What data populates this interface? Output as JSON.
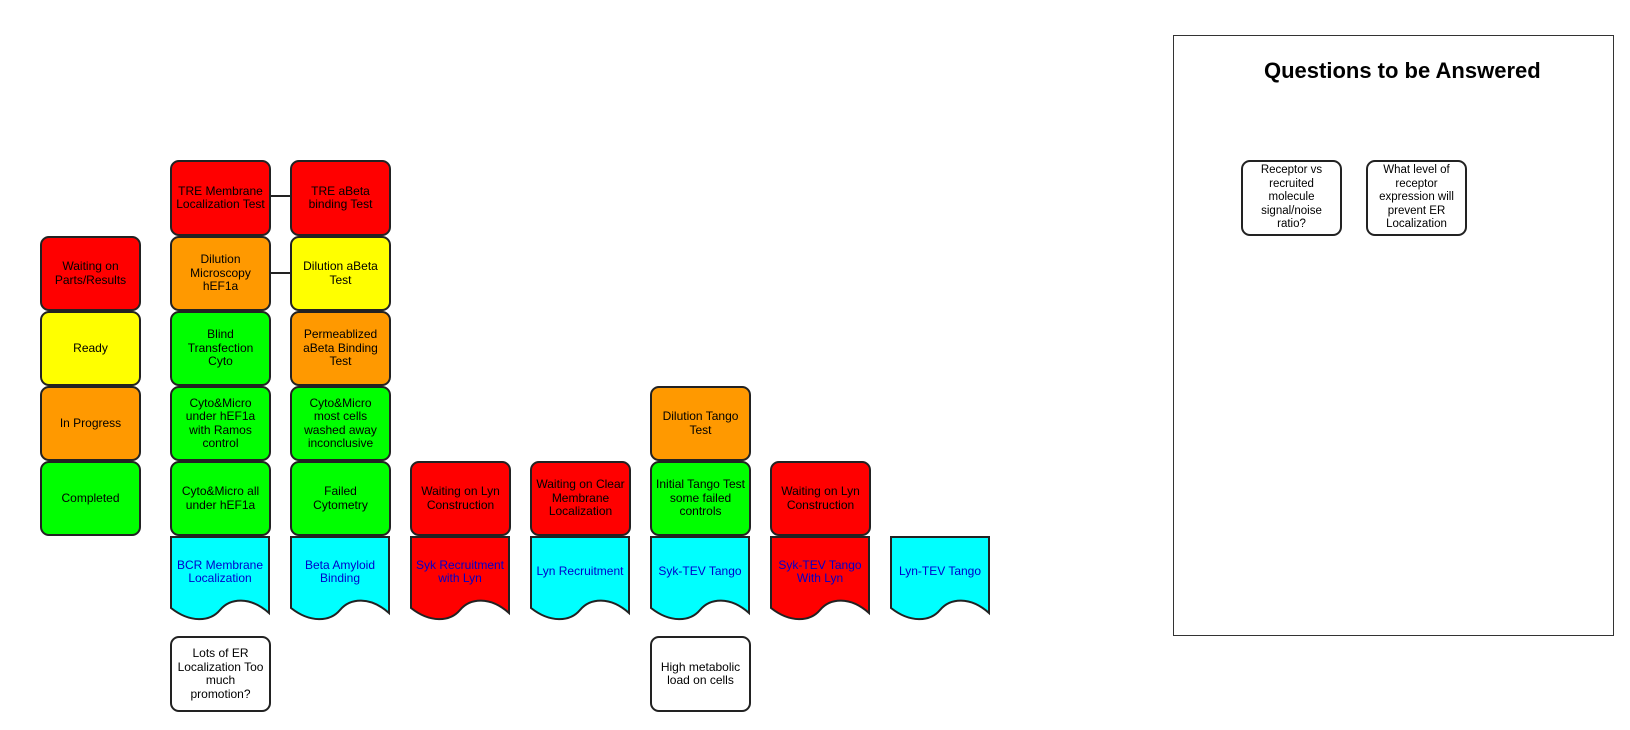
{
  "legend": {
    "waiting": "Waiting on Parts/Results",
    "ready": "Ready",
    "in_progress": "In Progress",
    "completed": "Completed"
  },
  "columns": {
    "bcr": {
      "tasks": [
        "TRE Membrane Localization Test",
        "Dilution Microscopy hEF1a",
        "Blind Transfection Cyto",
        "Cyto&Micro under hEF1a with Ramos control",
        "Cyto&Micro all under hEF1a"
      ],
      "title": "BCR Membrane Localization",
      "note": "Lots of ER Localization Too much promotion?"
    },
    "beta": {
      "tasks": [
        "TRE aBeta binding Test",
        "Dilution aBeta Test",
        "Permeablized aBeta Binding Test",
        "Cyto&Micro most cells washed away inconclusive",
        "Failed Cytometry"
      ],
      "title": "Beta Amyloid Binding"
    },
    "syk_rec": {
      "tasks": [
        "Waiting on Lyn Construction"
      ],
      "title": "Syk Recruitment with Lyn"
    },
    "lyn_rec": {
      "tasks": [
        "Waiting on Clear Membrane Localization"
      ],
      "title": "Lyn Recruitment"
    },
    "syk_tev": {
      "tasks": [
        "Dilution Tango Test",
        "Initial Tango Test some failed controls"
      ],
      "title": "Syk-TEV Tango",
      "note": "High metabolic load on cells"
    },
    "syk_tev_lyn": {
      "tasks": [
        "Waiting on Lyn Construction"
      ],
      "title": "Syk-TEV Tango With Lyn"
    },
    "lyn_tev": {
      "title": "Lyn-TEV Tango"
    }
  },
  "questions": {
    "title": "Questions to be Answered",
    "items": [
      "Receptor vs recruited molecule signal/noise ratio?",
      "What level of receptor expression will prevent ER Localization"
    ]
  },
  "colors": {
    "waiting": "#ff0000",
    "ready": "#ffff00",
    "in_progress": "#ff9900",
    "completed": "#00ff00",
    "project_cyan": "#00ffff",
    "project_red": "#ff0000",
    "project_text": "#0000cc"
  }
}
